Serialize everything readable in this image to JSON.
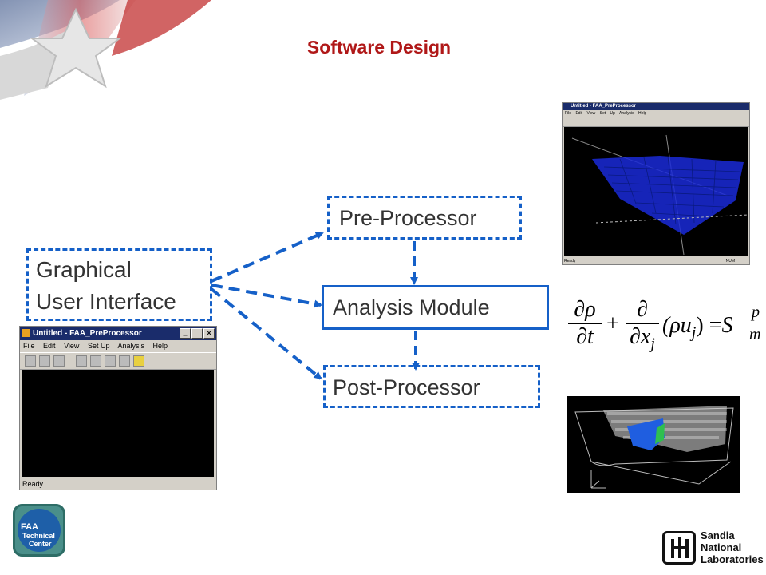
{
  "title": "Software Design",
  "nodes": {
    "gui": {
      "line1": "Graphical",
      "line2": "User Interface"
    },
    "pre": "Pre-Processor",
    "analysis": "Analysis Module",
    "post": "Post-Processor"
  },
  "gui_window": {
    "title": "Untitled - FAA_PreProcessor",
    "menu": [
      "File",
      "Edit",
      "View",
      "Set Up",
      "Analysis",
      "Help"
    ],
    "status": "Ready"
  },
  "pre_window": {
    "title": "Untitled - FAA_PreProcessor",
    "menu": [
      "File",
      "Edit",
      "View",
      "Set Up",
      "Analysis",
      "Help"
    ],
    "status_left": "Ready",
    "status_right": "NUM"
  },
  "equation": {
    "lhs_num1": "∂ρ",
    "lhs_den1": "∂t",
    "num2": "∂",
    "den2": "∂x",
    "den2_sub": "j",
    "body": "(ρu",
    "body_sub": "j",
    "close": ")",
    "eq": "=",
    "rhs": "S",
    "rhs_sup": "p",
    "rhs_sub": "m"
  },
  "faa_logo": {
    "line1": "FAA",
    "line2": "Technical",
    "line3": "Center"
  },
  "sandia_logo": {
    "line1": "Sandia",
    "line2": "National",
    "line3": "Laboratories"
  },
  "colors": {
    "title": "#b01818",
    "box_border": "#1560c8",
    "arrow": "#1560c8"
  }
}
